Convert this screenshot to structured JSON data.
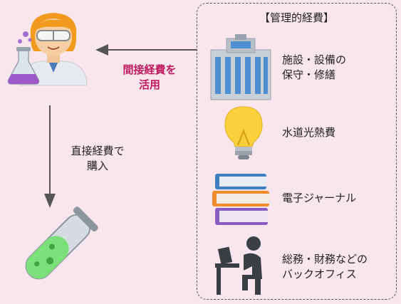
{
  "flow": {
    "indirect_label": [
      "間接経費を",
      "活用"
    ],
    "direct_label": [
      "直接経費で",
      "購入"
    ]
  },
  "box": {
    "title": "【管理的経費】",
    "items": [
      {
        "icon": "building-icon",
        "label": [
          "施設・設備の",
          "保守・修繕"
        ]
      },
      {
        "icon": "lightbulb-icon",
        "label": [
          "水道光熱費"
        ]
      },
      {
        "icon": "books-icon",
        "label": [
          "電子ジャーナル"
        ]
      },
      {
        "icon": "desk-worker-icon",
        "label": [
          "総務・財務などの",
          "バックオフィス"
        ]
      }
    ]
  },
  "colors": {
    "accent": "#c0185e",
    "background": "#f8e6ec"
  }
}
